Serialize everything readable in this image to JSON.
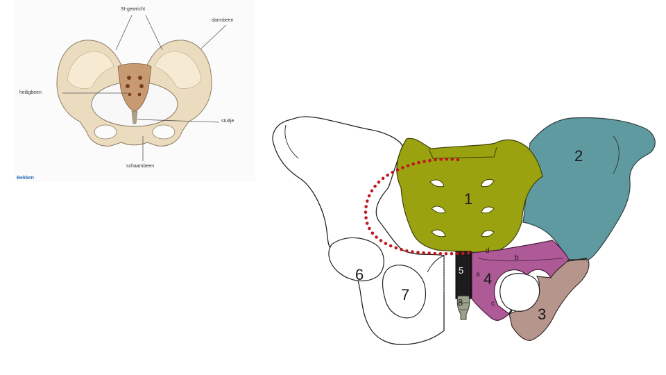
{
  "reference": {
    "labels": {
      "si_joint": "SI-gewricht",
      "ilium": "darmbeen",
      "sacrum": "heiligbeen",
      "coccyx": "stuitje",
      "pubis": "schaambeen"
    },
    "caption": "Bekken"
  },
  "diagram": {
    "region_numbers": [
      "1",
      "2",
      "3",
      "4",
      "5",
      "6",
      "7",
      "8"
    ],
    "small_letters": [
      "a",
      "b",
      "c",
      "d"
    ]
  },
  "colors": {
    "region1_sacrum": "#9aa20f",
    "region2_ilium": "#5f9aa0",
    "region3_ischium": "#b6958c",
    "region4_pubis": "#ad5a97",
    "region5_symphysis": "#1c1c1c",
    "region8_coccyx": "#9aa28a",
    "dotted_line": "#c0161b",
    "bone_reference": "#ecdcbf"
  }
}
